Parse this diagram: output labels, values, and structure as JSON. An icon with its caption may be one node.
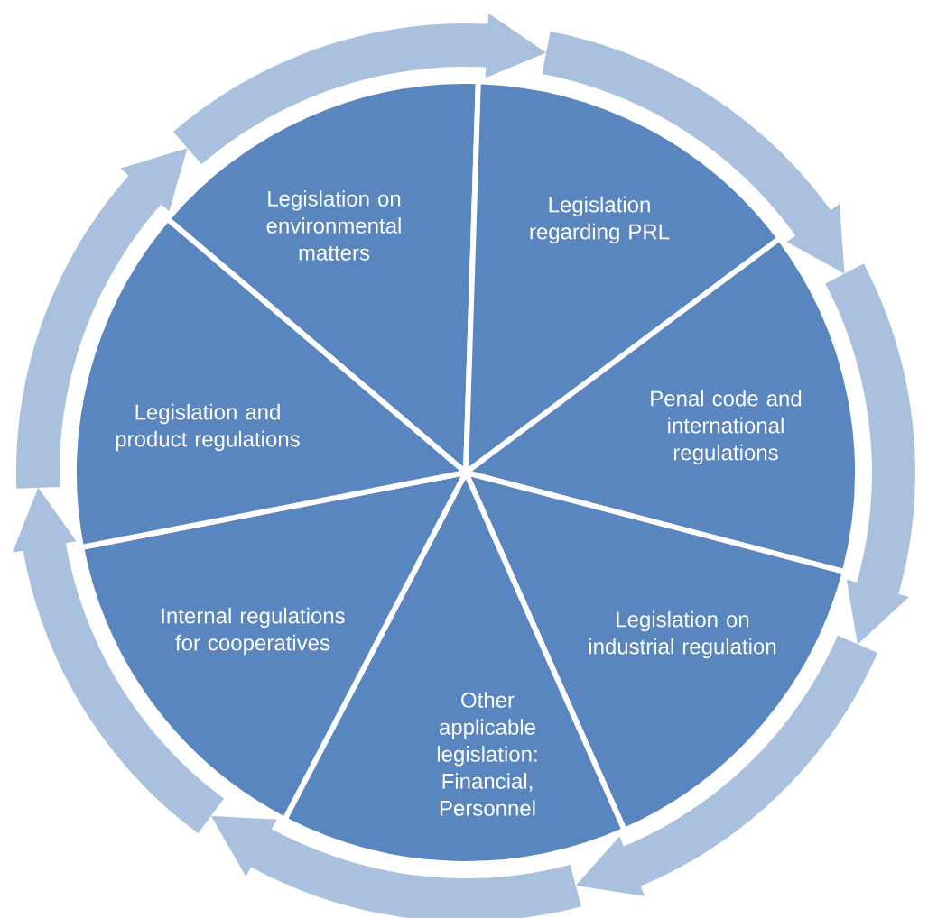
{
  "diagram": {
    "nodes": [
      {
        "text": [
          "Legislation on environmental matters"
        ]
      },
      {
        "text": [
          "Legislation regarding PRL"
        ]
      },
      {
        "text": [
          "Penal code and international regulations"
        ]
      },
      {
        "text": [
          "Legislation on industrial regulation"
        ]
      },
      {
        "text": [
          "Other applicable legislation: Financial, Personnel"
        ]
      },
      {
        "text": [
          "Internal regulations for cooperatives"
        ]
      },
      {
        "text": [
          "Legislation and product regulations"
        ]
      }
    ],
    "edges": [
      {
        "from": 0,
        "to": 1,
        "arrow": "to"
      },
      {
        "from": 1,
        "to": 2,
        "arrow": "to"
      },
      {
        "from": 2,
        "to": 3,
        "arrow": "to"
      },
      {
        "from": 3,
        "to": 4,
        "arrow": "to"
      },
      {
        "from": 4,
        "to": 5,
        "arrow": "to"
      },
      {
        "from": 5,
        "to": 6,
        "arrow": "to"
      },
      {
        "from": 6,
        "to": 0,
        "arrow": "to"
      }
    ]
  }
}
